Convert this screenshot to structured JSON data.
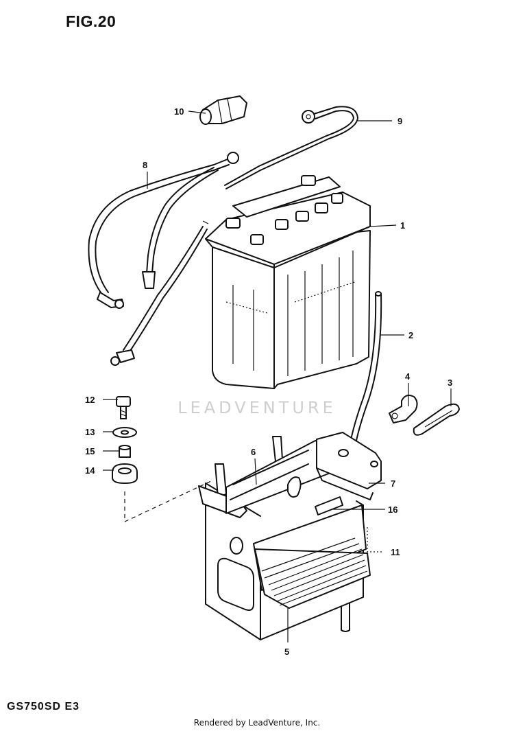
{
  "figure_title": "FIG.20",
  "model_code": "GS750SD E3",
  "footer": "Rendered by LeadVenture, Inc.",
  "watermark": "LEADVENTURE",
  "callouts": [
    {
      "id": "1",
      "label": "1"
    },
    {
      "id": "2",
      "label": "2"
    },
    {
      "id": "3",
      "label": "3"
    },
    {
      "id": "4",
      "label": "4"
    },
    {
      "id": "5",
      "label": "5"
    },
    {
      "id": "6",
      "label": "6"
    },
    {
      "id": "7",
      "label": "7"
    },
    {
      "id": "8",
      "label": "8"
    },
    {
      "id": "9",
      "label": "9"
    },
    {
      "id": "10",
      "label": "10"
    },
    {
      "id": "11",
      "label": "11"
    },
    {
      "id": "12",
      "label": "12"
    },
    {
      "id": "13",
      "label": "13"
    },
    {
      "id": "14",
      "label": "14"
    },
    {
      "id": "15",
      "label": "15"
    },
    {
      "id": "16",
      "label": "16"
    }
  ],
  "parts": [
    {
      "callout": "1",
      "icon": "battery-icon"
    },
    {
      "callout": "2",
      "icon": "breather-tube-icon"
    },
    {
      "callout": "3",
      "icon": "clip-icon"
    },
    {
      "callout": "4",
      "icon": "clamp-icon"
    },
    {
      "callout": "5",
      "icon": "battery-tray-plate-icon"
    },
    {
      "callout": "6",
      "icon": "battery-holder-icon"
    },
    {
      "callout": "7",
      "icon": "bracket-icon"
    },
    {
      "callout": "8",
      "icon": "negative-lead-icon"
    },
    {
      "callout": "9",
      "icon": "positive-lead-icon"
    },
    {
      "callout": "10",
      "icon": "terminal-cover-icon"
    },
    {
      "callout": "11",
      "icon": "battery-case-icon"
    },
    {
      "callout": "12",
      "icon": "bolt-icon"
    },
    {
      "callout": "13",
      "icon": "washer-icon"
    },
    {
      "callout": "14",
      "icon": "grommet-icon"
    },
    {
      "callout": "15",
      "icon": "collar-icon"
    },
    {
      "callout": "16",
      "icon": "cushion-icon"
    }
  ]
}
